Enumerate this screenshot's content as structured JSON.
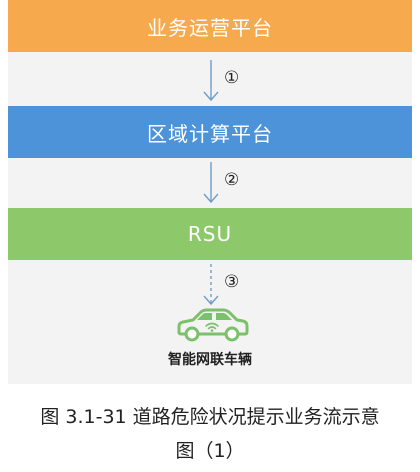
{
  "diagram": {
    "bands": [
      {
        "label": "业务运营平台",
        "color": "#F6A94D"
      },
      {
        "label": "区域计算平台",
        "color": "#4C93D9"
      },
      {
        "label": "RSU",
        "color": "#8DC96A"
      }
    ],
    "steps": [
      "①",
      "②",
      "③"
    ],
    "arrow_color": "#6D9EC8",
    "vehicle": {
      "icon": "connected-car-icon",
      "label": "智能网联车辆",
      "color": "#7BC06A"
    },
    "background": "#F3F3F3"
  },
  "caption": {
    "line1": "图 3.1-31  道路危险状况提示业务流示意",
    "line2": "图（1）"
  }
}
